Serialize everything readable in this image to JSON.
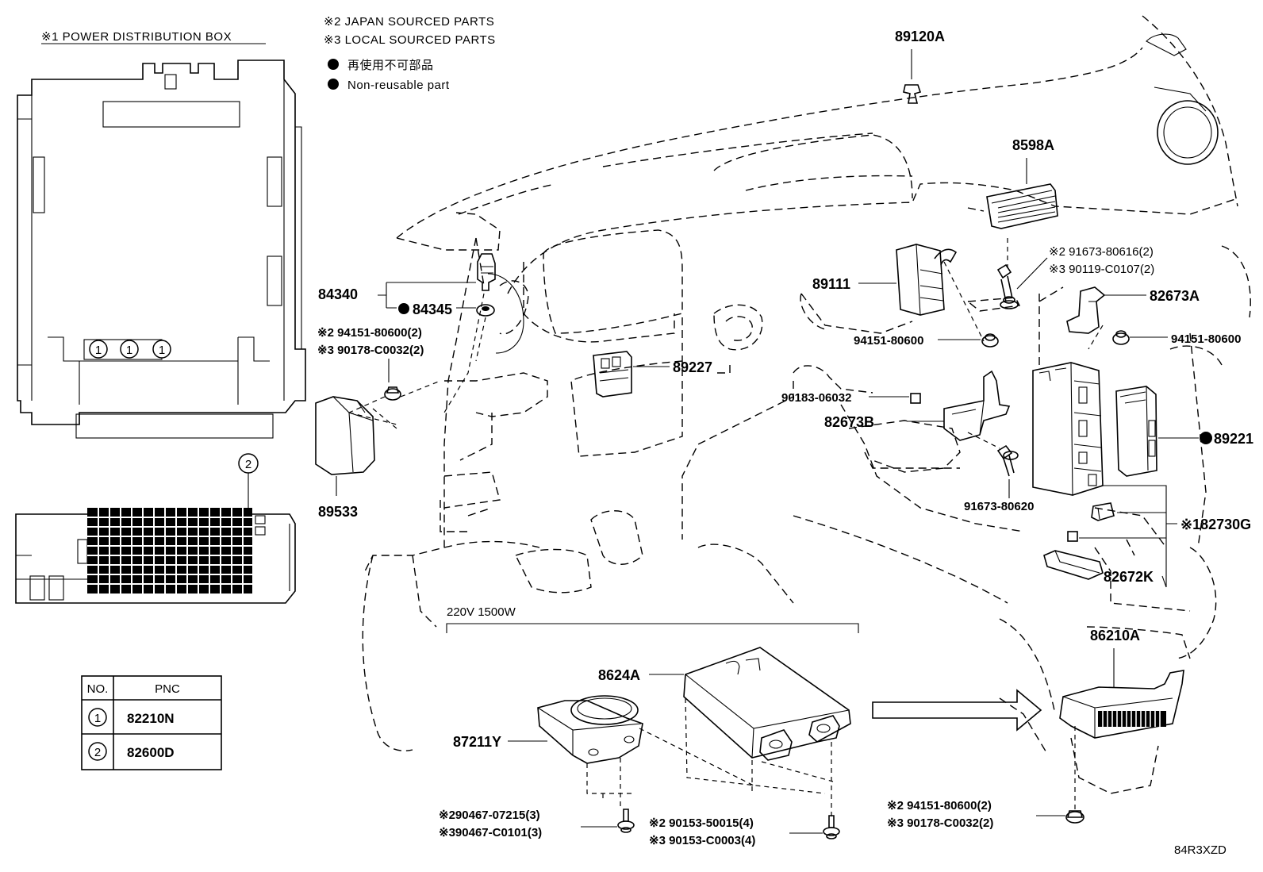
{
  "notes": {
    "power_box": "※1  POWER DISTRIBUTION BOX",
    "japan": "※2 JAPAN SOURCED PARTS",
    "local": "※3 LOCAL SOURCED PARTS",
    "nonreuse_jp": "再使用不可部品",
    "nonreuse_en": "Non-reusable part",
    "inverter_spec": "220V  1500W",
    "drawing_code": "84R3XZD"
  },
  "table": {
    "col_no": "NO.",
    "col_pnc": "PNC",
    "rows": [
      {
        "no": "1",
        "pnc": "82210N"
      },
      {
        "no": "2",
        "pnc": "82600D"
      }
    ]
  },
  "box_markers": [
    "1",
    "1",
    "1",
    "2"
  ],
  "parts": {
    "p89120A": "89120A",
    "p8598A": "8598A",
    "p84340": "84340",
    "p84345": "84345",
    "p89111": "89111",
    "p82673A": "82673A",
    "p89227": "89227",
    "p89221": "89221",
    "p82673B": "82673B",
    "p89533": "89533",
    "p182730G": "※182730G",
    "p82672K": "82672K",
    "p86210A": "86210A",
    "p8624A": "8624A",
    "p87211Y": "87211Y"
  },
  "refs": {
    "r91673_80616_jp": "※2  91673-80616(2)",
    "r90119_C0107_loc": "※3  90119-C0107(2)",
    "r94151_80600_a": "94151-80600",
    "r94151_80600_b": "94151-80600",
    "r90183_06032": "90183-06032",
    "r91673_80620": "91673-80620",
    "r84345_jp": "※2 94151-80600(2)",
    "r84345_loc": "※3 90178-C0032(2)",
    "r87211_jp": "※290467-07215(3)",
    "r87211_loc": "※390467-C0101(3)",
    "r8624_jp": "※2  90153-50015(4)",
    "r8624_loc": "※3  90153-C0003(4)",
    "r86210_jp": "※2  94151-80600(2)",
    "r86210_loc": "※3  90178-C0032(2)"
  }
}
